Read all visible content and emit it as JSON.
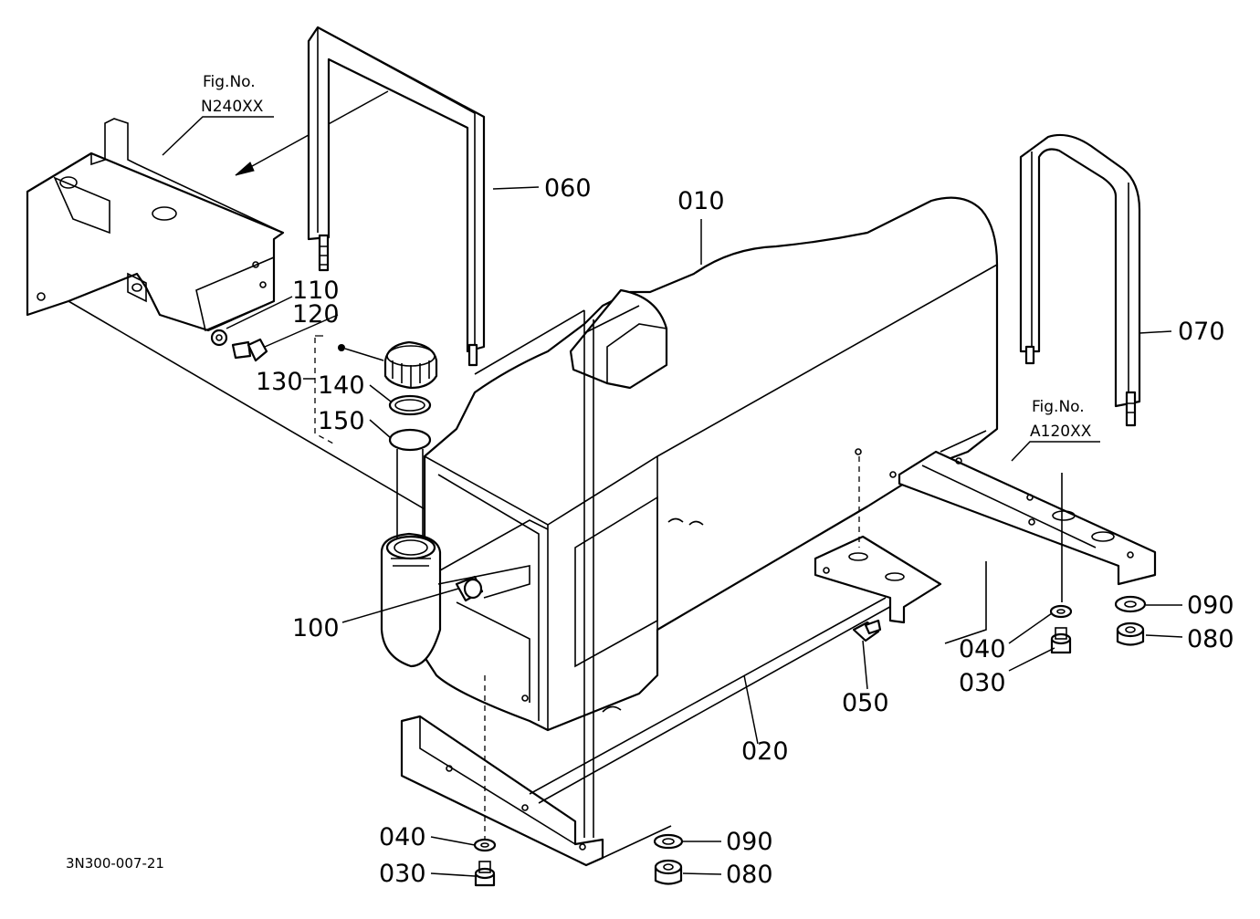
{
  "drawing_code": "3N300-007-21",
  "figure_refs": [
    {
      "id": "N240",
      "line1": "Fig.No.",
      "line2": "N240XX"
    },
    {
      "id": "A120",
      "line1": "Fig.No.",
      "line2": "A120XX"
    }
  ],
  "callouts": {
    "c010": "010",
    "c020": "020",
    "c030a": "030",
    "c030b": "030",
    "c040a": "040",
    "c040b": "040",
    "c050": "050",
    "c060": "060",
    "c070": "070",
    "c080a": "080",
    "c080b": "080",
    "c090a": "090",
    "c090b": "090",
    "c100": "100",
    "c110": "110",
    "c120": "120",
    "c130": "130",
    "c140": "140",
    "c150": "150"
  }
}
